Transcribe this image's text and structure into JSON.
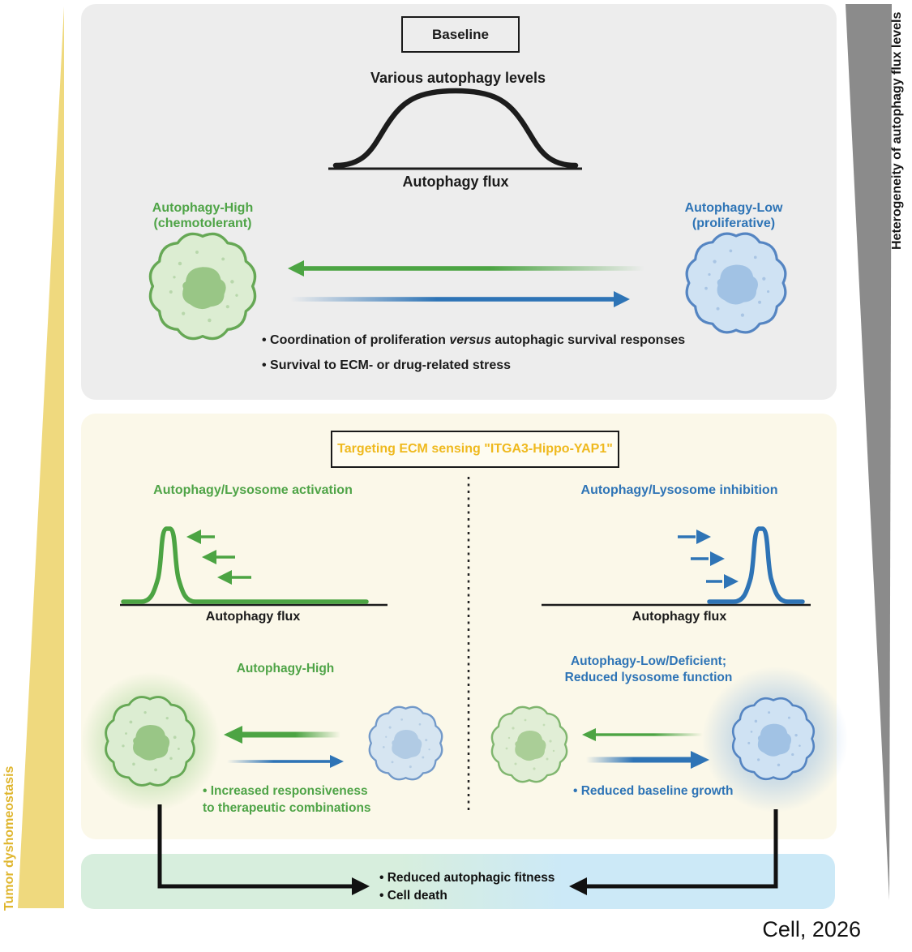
{
  "side_labels": {
    "left": "Tumor dyshomeostasis",
    "right": "Heterogeneity of autophagy flux levels"
  },
  "baseline_panel": {
    "title": "Baseline",
    "distribution_caption": "Various autophagy levels",
    "axis_label": "Autophagy flux",
    "high_cell": {
      "line1": "Autophagy-High",
      "line2": "(chemotolerant)"
    },
    "low_cell": {
      "line1": "Autophagy-Low",
      "line2": "(proliferative)"
    },
    "bullet1": {
      "pre": "• Coordination of proliferation ",
      "italic": "versus",
      "post": " autophagic survival responses"
    },
    "bullet2": "• Survival to ECM- or drug-related stress"
  },
  "targeting_panel": {
    "title": "Targeting ECM sensing \"ITGA3-Hippo-YAP1\"",
    "left": {
      "curve_title": "Autophagy/Lysosome activation",
      "axis_label": "Autophagy flux",
      "cells_title": "Autophagy-High",
      "bullet_line1": "• Increased responsiveness",
      "bullet_line2": "to therapeutic combinations"
    },
    "right": {
      "curve_title": "Autophagy/Lysosome inhibition",
      "axis_label": "Autophagy flux",
      "cells_title_line1": "Autophagy-Low/Deficient;",
      "cells_title_line2": "Reduced lysosome function",
      "bullet": "• Reduced baseline growth"
    }
  },
  "outcome_band": {
    "bullet1": "• Reduced autophagic fitness",
    "bullet2": "• Cell death"
  },
  "footer": {
    "citation": "Cell, 2026"
  },
  "colors": {
    "green": "#4FA447",
    "blue": "#2E74B6",
    "gold": "#EFB91E",
    "gray_panel": "#EDEDED",
    "cream_panel": "#FBF8E9",
    "band_green": "#D7EEDD",
    "band_blue": "#CCE9F7",
    "yellow_wedge": "#EFD97E",
    "gray_wedge": "#8B8B8B"
  }
}
